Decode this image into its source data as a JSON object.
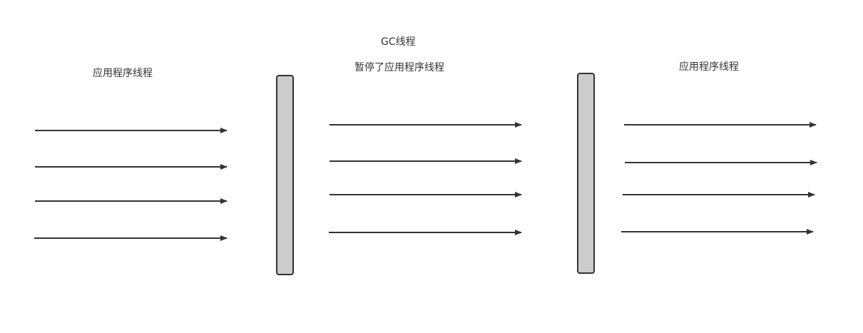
{
  "labels": {
    "left_group": "应用程序线程",
    "gc_title": "GC线程",
    "middle_group": "暂停了应用程序线程",
    "right_group": "应用程序线程"
  },
  "colors": {
    "arrow": "#333333",
    "bar_fill": "#cccccc",
    "bar_stroke": "#333333",
    "text": "#333333"
  }
}
